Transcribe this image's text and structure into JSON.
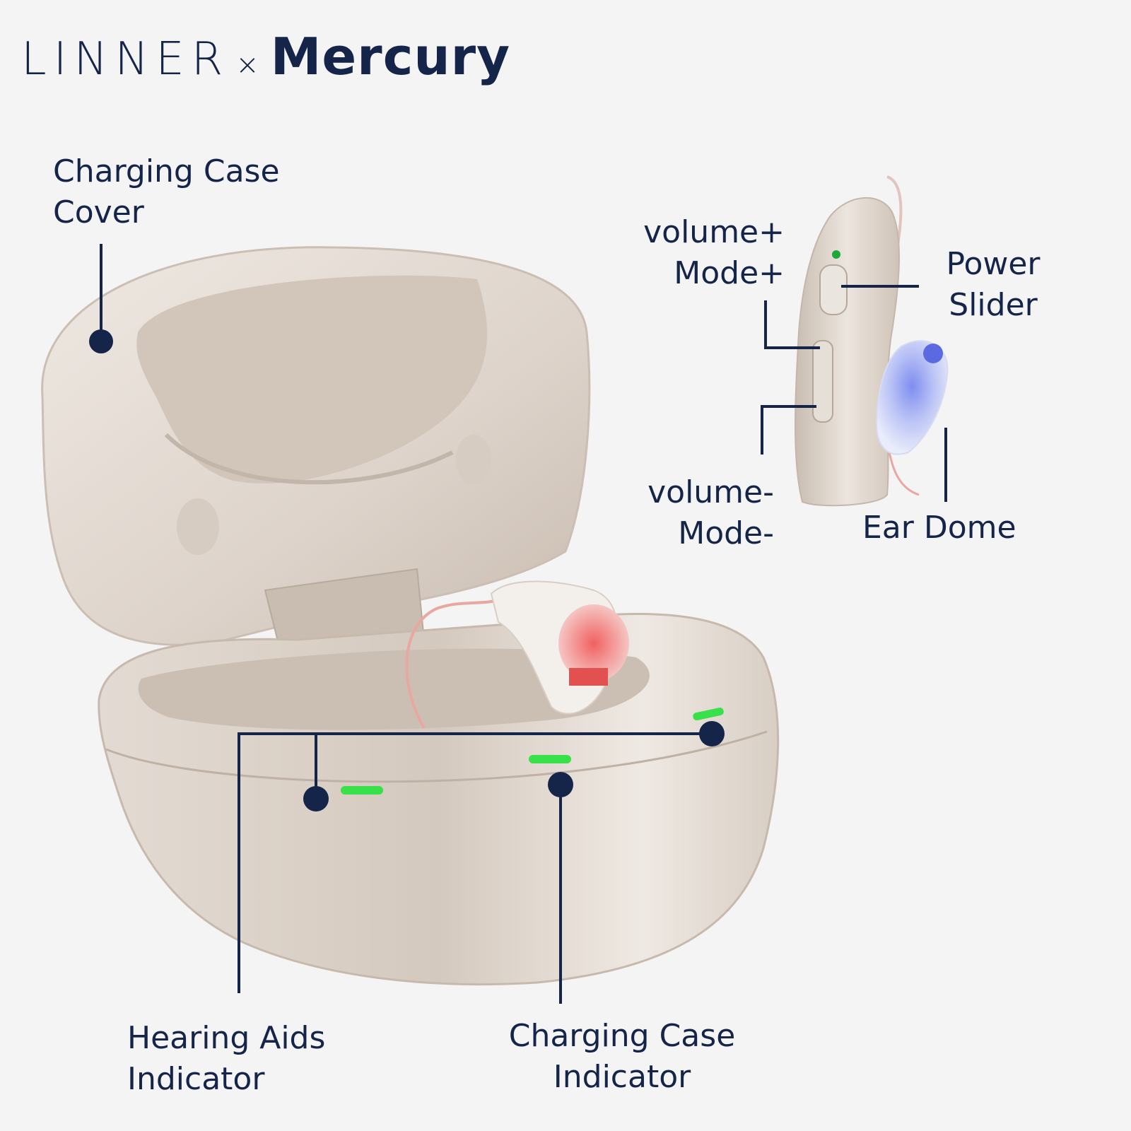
{
  "brand": {
    "left": "LINNER",
    "separator": "×",
    "right": "Mercury"
  },
  "labels": {
    "case_cover": [
      "Charging Case",
      "Cover"
    ],
    "volume_plus": [
      "volume+",
      "Mode+"
    ],
    "power_slider": [
      "Power",
      "Slider"
    ],
    "volume_minus": [
      "volume-",
      "Mode-"
    ],
    "ear_dome": "Ear Dome",
    "hearing_aids_indicator": [
      "Hearing Aids",
      "Indicator"
    ],
    "case_indicator": [
      "Charging Case",
      "Indicator"
    ]
  },
  "colors": {
    "navy": "#15254a",
    "case": "#d9cfc6",
    "indicator": "#38e04a",
    "dome": "#6f7fe0",
    "background": "#f4f4f4"
  }
}
